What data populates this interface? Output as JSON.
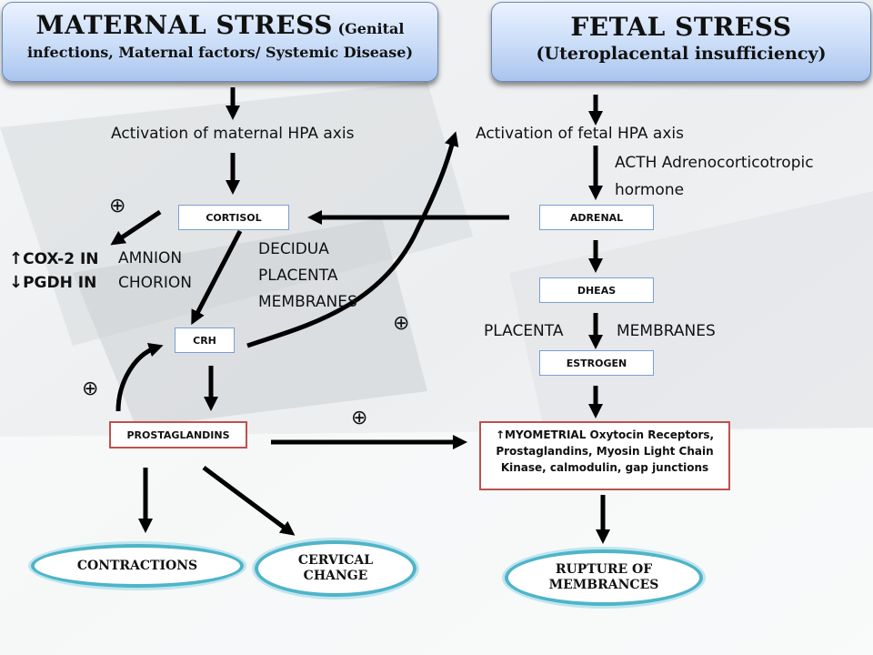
{
  "maternal_header": {
    "title": "MATERNAL STRESS",
    "title_suffix": "(Genital",
    "subtitle": "infections, Maternal factors/ Systemic Disease)"
  },
  "fetal_header": {
    "title": "FETAL STRESS",
    "subtitle": "(Uteroplacental insufficiency)"
  },
  "labels": {
    "maternal_hpa": "Activation of maternal HPA axis",
    "fetal_hpa": "Activation of fetal HPA axis",
    "acth_1": "ACTH Adrenocorticotropic",
    "acth_2": "hormone",
    "cox2": "COX-2 IN",
    "pgdh": "PGDH IN",
    "amnion": "AMNION",
    "chorion": "CHORION",
    "decidua": "DECIDUA",
    "placenta_left": "PLACENTA",
    "membranes_left": "MEMBRANES",
    "placenta_right": "PLACENTA",
    "membranes_right": "MEMBRANES"
  },
  "boxes": {
    "cortisol": "CORTISOL",
    "crh": "CRH",
    "prostaglandins": "PROSTAGLANDINS",
    "adrenal": "ADRENAL",
    "dheas": "DHEAS",
    "estrogen": "ESTROGEN",
    "myometrial_1": "MYOMETRIAL Oxytocin Receptors,",
    "myometrial_2": "Prostaglandins, Myosin Light Chain",
    "myometrial_3": "Kinase, calmodulin, gap junctions"
  },
  "outcomes": {
    "contractions": "CONTRACTIONS",
    "cervical_1": "CERVICAL",
    "cervical_2": "CHANGE",
    "rupture_1": "RUPTURE OF",
    "rupture_2": "MEMBRANCES"
  },
  "symbols": {
    "plus": "⊕",
    "up_arrow": "↑",
    "down_arrow": "↓"
  },
  "colors": {
    "header_fill": "#c9dcf7",
    "box_border_red": "#c0504d",
    "oval_border": "#4fb4c9"
  }
}
